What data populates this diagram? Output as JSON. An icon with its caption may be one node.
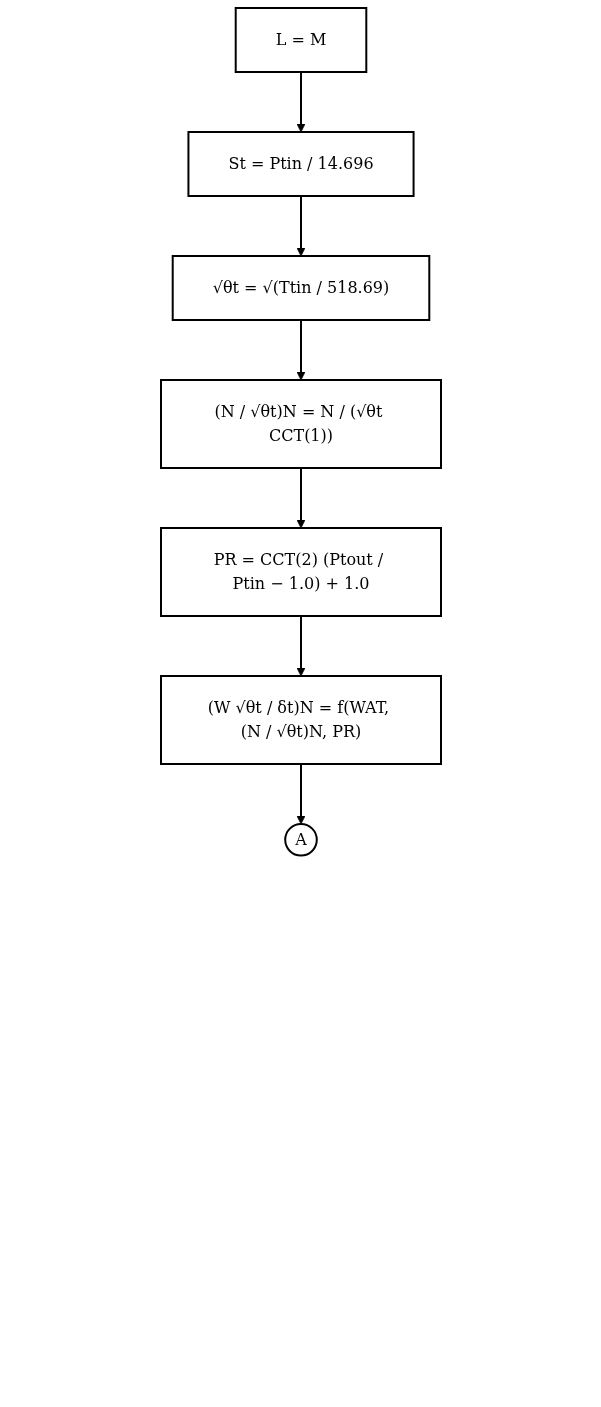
{
  "diagram": {
    "nodes": [
      {
        "text": [
          "L = M"
        ]
      },
      {
        "text": [
          "St = Ptin / 14.696"
        ]
      },
      {
        "text": [
          "√θt = √(Ttin / 518.69)"
        ]
      },
      {
        "text": [
          "(N / √θt)N = N / (√θt CCT(1))"
        ]
      },
      {
        "text": [
          "PR = CCT(2) (Ptout / Ptin − 1.0) + 1.0"
        ]
      },
      {
        "text": [
          "(W √θt / δt)N = f(WAT, (N / √θt)N, PR)"
        ]
      },
      {
        "text": [
          "A"
        ]
      }
    ],
    "edges": [
      {
        "from": 0,
        "to": 1,
        "arrow": "to"
      },
      {
        "from": 1,
        "to": 2,
        "arrow": "to"
      },
      {
        "from": 2,
        "to": 3,
        "arrow": "to"
      },
      {
        "from": 3,
        "to": 4,
        "arrow": "to"
      },
      {
        "from": 4,
        "to": 5,
        "arrow": "to"
      },
      {
        "from": 5,
        "to": 6,
        "arrow": "to"
      }
    ]
  }
}
